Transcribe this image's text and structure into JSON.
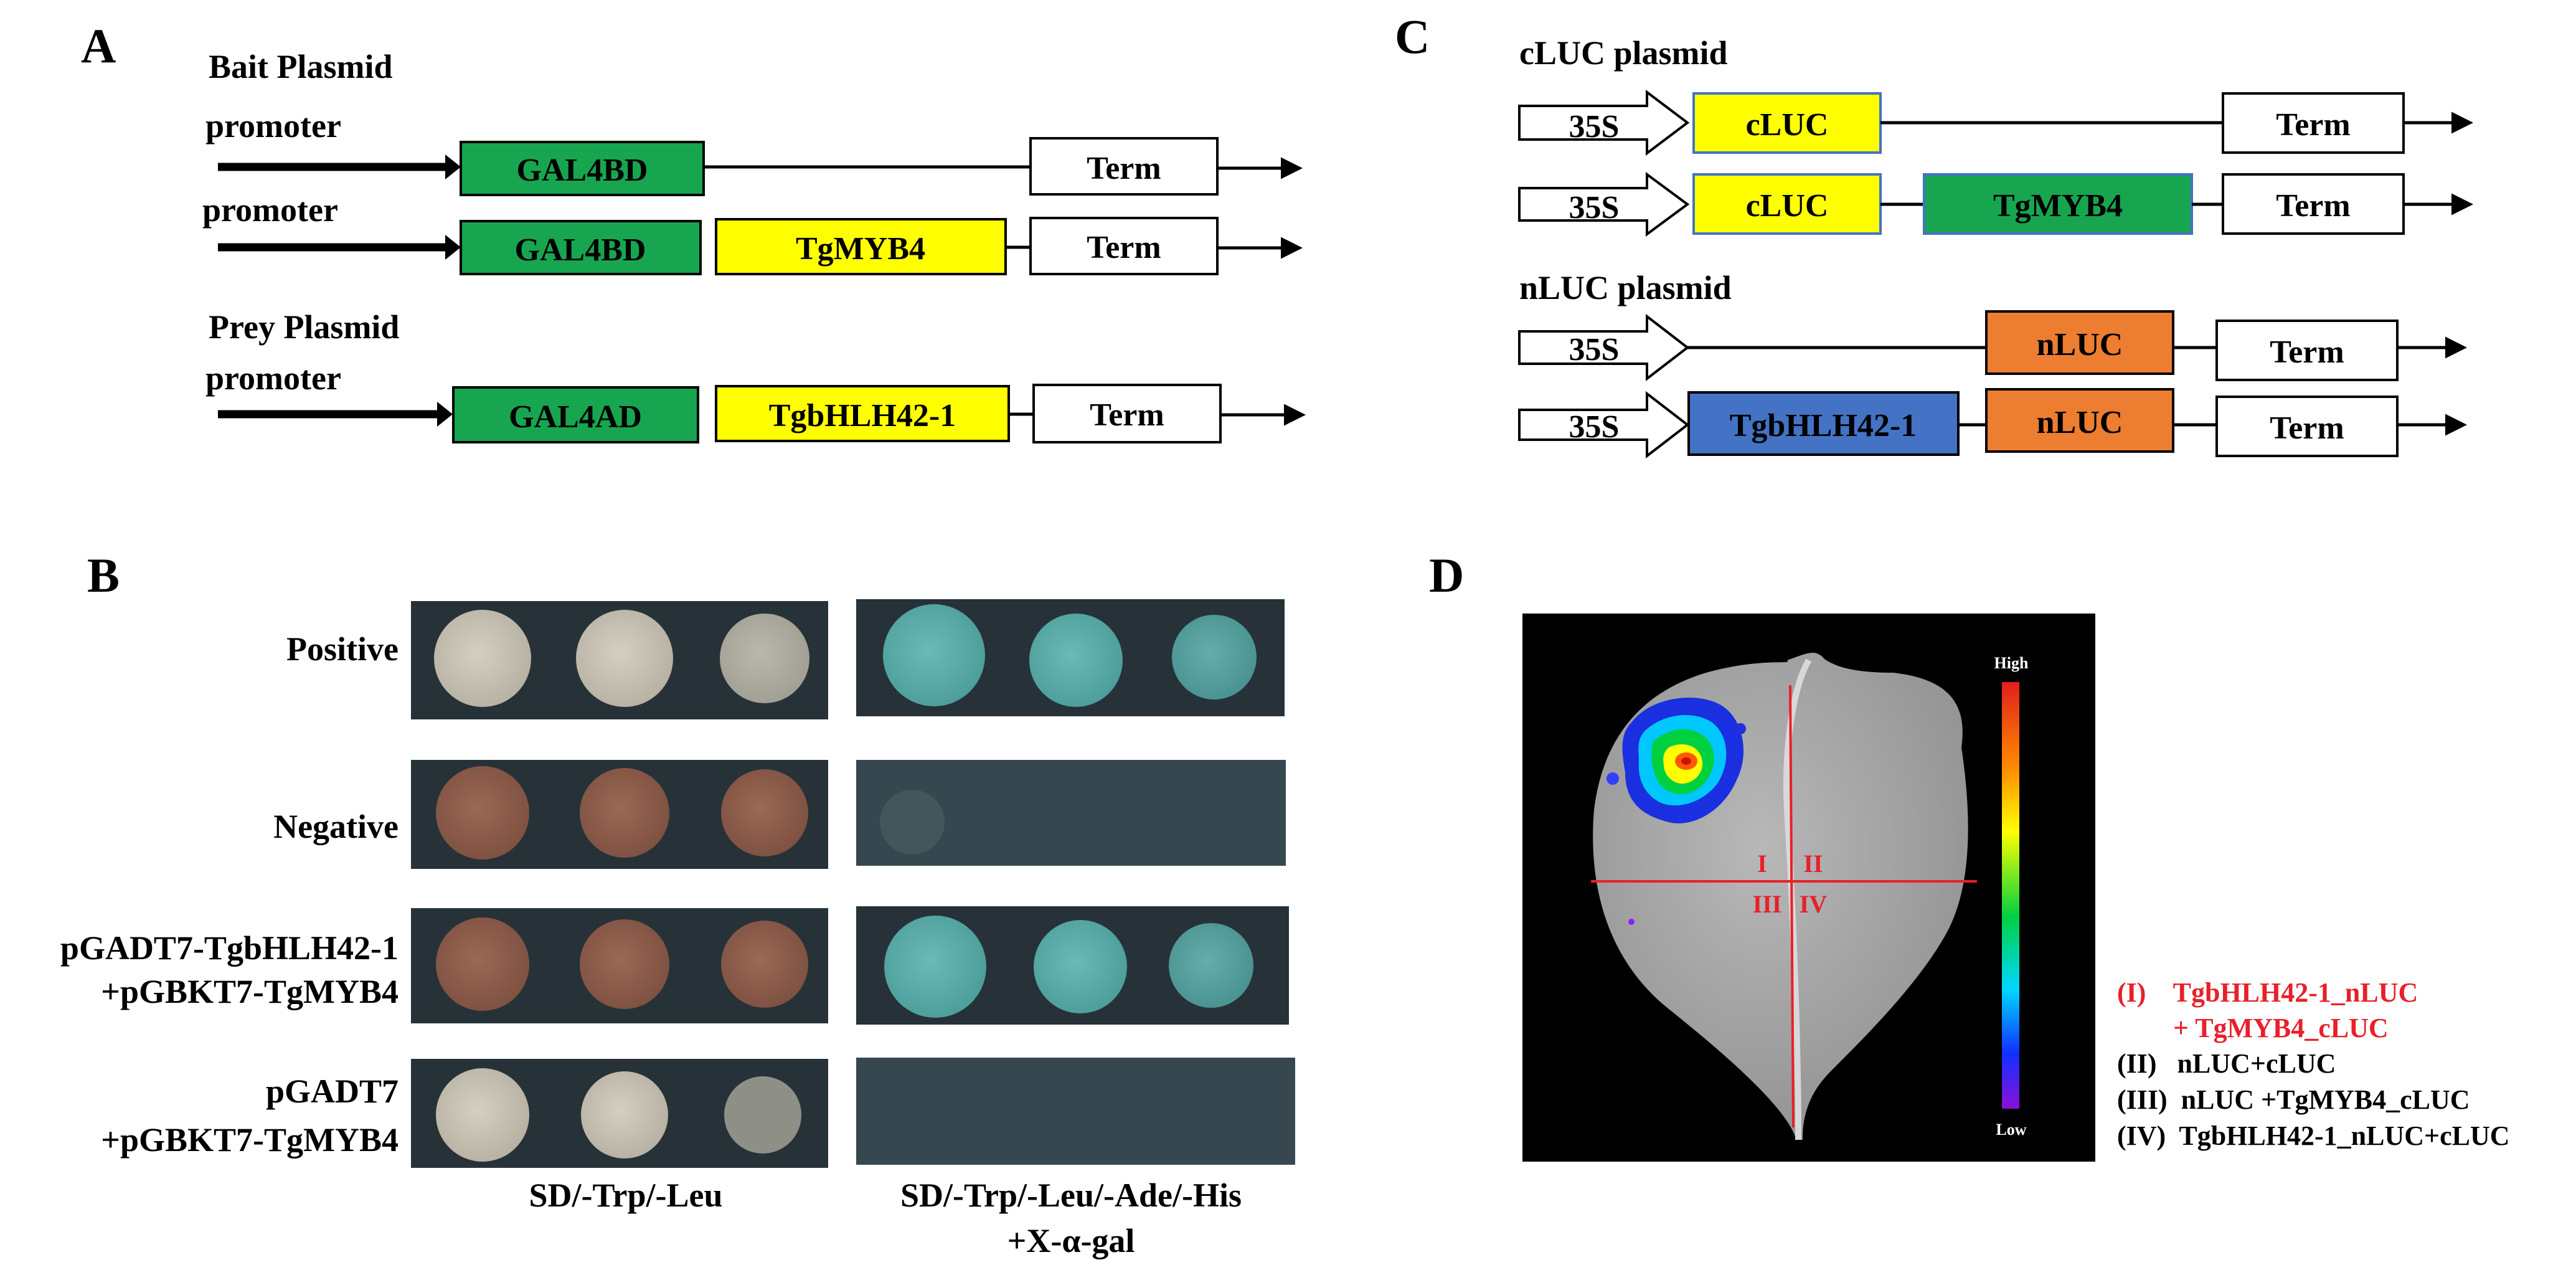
{
  "panels": {
    "a": "A",
    "b": "B",
    "c": "C",
    "d": "D"
  },
  "panel_a": {
    "bait_title": "Bait Plasmid",
    "prey_title": "Prey Plasmid",
    "promoter": "promoter",
    "gal4bd": "GAL4BD",
    "gal4ad": "GAL4AD",
    "tgmyb4": "TgMYB4",
    "tgbhlh": "TgbHLH42-1",
    "term": "Term"
  },
  "panel_b": {
    "rows": [
      "Positive",
      "Negative",
      "pGADT7-TgbHLH42-1",
      "+pGBKT7-TgMYB4",
      "pGADT7",
      "+pGBKT7-TgMYB4"
    ],
    "col1": "SD/-Trp/-Leu",
    "col2_line1": "SD/-Trp/-Leu/-Ade/-His",
    "col2_line2": "+X-α-gal"
  },
  "panel_c": {
    "cluc_title": "cLUC plasmid",
    "nluc_title": "nLUC plasmid",
    "p35s": "35S",
    "cluc": "cLUC",
    "nluc": "nLUC",
    "tgmyb4": "TgMYB4",
    "tgbhlh": "TgbHLH42-1",
    "term": "Term"
  },
  "panel_d": {
    "high": "High",
    "low": "Low",
    "quadrants": [
      "I",
      "II",
      "III",
      "IV"
    ],
    "legend": {
      "l1a": "(I)    TgbHLH42-1_nLUC",
      "l1b": "+ TgMYB4_cLUC",
      "l2": "(II)   nLUC+cLUC",
      "l3": "(III)  nLUC +TgMYB4_cLUC",
      "l4": "(IV)  TgbHLH42-1_nLUC+cLUC"
    }
  },
  "colors": {
    "green": "#17a550",
    "yellow": "#ffff00",
    "blue": "#4472c4",
    "orange": "#ed7d31",
    "red": "#e8202a",
    "plate": "#263238",
    "beige_colony": "#c8c2b4",
    "brown_colony": "#8f5e4a",
    "blue_colony": "#5fb0ae"
  }
}
